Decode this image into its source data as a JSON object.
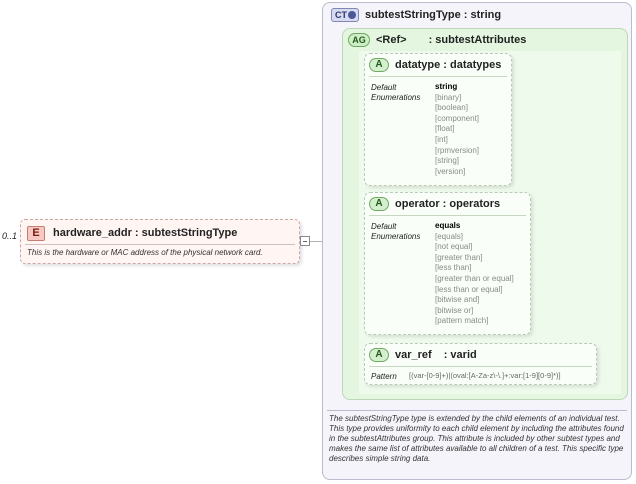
{
  "element": {
    "badge": "E",
    "occurrence": "0..1",
    "title": "hardware_addr : subtestStringType",
    "doc": "This is the hardware or MAC address of the physical network card."
  },
  "complex_type": {
    "badge": "CT",
    "title": "subtestStringType : string",
    "doc": "The subtestStringType type is extended by the child elements of an individual test.  This type provides uniformity to each child element by including the attributes found in the subtestAttributes group.  This attribute is included by other subtest types and makes the same list of attributes available to all children of a test.  This specific type describes simple string data."
  },
  "attribute_group": {
    "badge": "AG",
    "ref": "<Ref>",
    "name": ": subtestAttributes"
  },
  "attributes": {
    "datatype": {
      "badge": "A",
      "title": "datatype : datatypes",
      "default_label": "Default",
      "enum_label": "Enumerations",
      "default": "string",
      "enumerations": [
        "[binary]",
        "[boolean]",
        "[component]",
        "[float]",
        "[int]",
        "[rpmversion]",
        "[string]",
        "[version]"
      ]
    },
    "operator": {
      "badge": "A",
      "title": "operator : operators",
      "default_label": "Default",
      "enum_label": "Enumerations",
      "default": "equals",
      "enumerations": [
        "[equals]",
        "[not equal]",
        "[greater than]",
        "[less than]",
        "[greater than or equal]",
        "[less than or equal]",
        "[bitwise and]",
        "[bitwise or]",
        "[pattern match]"
      ]
    },
    "var_ref": {
      "badge": "A",
      "title": "var_ref",
      "type": ": varid",
      "pattern_label": "Pattern",
      "pattern": "[(var-[0-9]+)|(oval:[A-Za-z\\-\\.]+:var:[1-9][0-9]*)]"
    }
  }
}
